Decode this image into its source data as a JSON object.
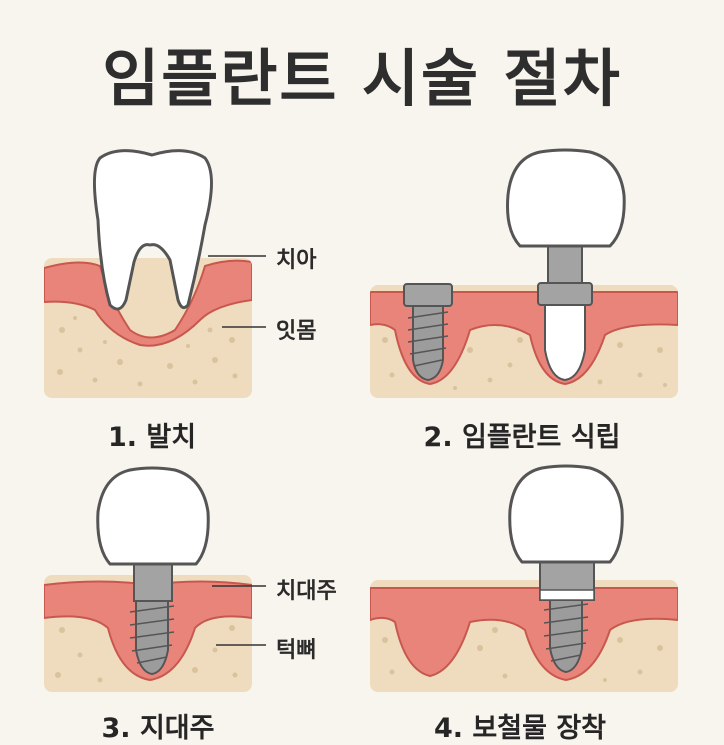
{
  "title": "임플란트 시술 절차",
  "panels": [
    {
      "caption": "1. 발치",
      "labels": [
        "치아",
        "잇몸"
      ]
    },
    {
      "caption": "2. 임플란트 식립"
    },
    {
      "caption": "3. 지대주",
      "labels": [
        "치대주",
        "턱뼈"
      ]
    },
    {
      "caption": "4. 보철물 장착"
    }
  ],
  "colors": {
    "background": "#f8f4ee",
    "gum": "#e9847a",
    "gum_outline": "#c8584e",
    "bone": "#efdcbf",
    "bone_speckle": "#d9c29c",
    "tooth": "#ffffff",
    "outline": "#555555",
    "metal": "#9c9c9c"
  }
}
